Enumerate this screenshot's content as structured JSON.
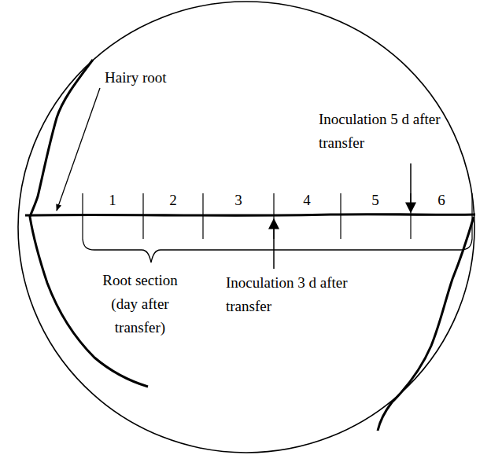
{
  "diagram": {
    "labels": [
      "Hairy root",
      "Inoculation 5 d after transfer",
      "1",
      "2",
      "3",
      "4",
      "5",
      "6",
      "Root section (day after transfer)",
      "Inoculation 3 d after transfer"
    ]
  }
}
